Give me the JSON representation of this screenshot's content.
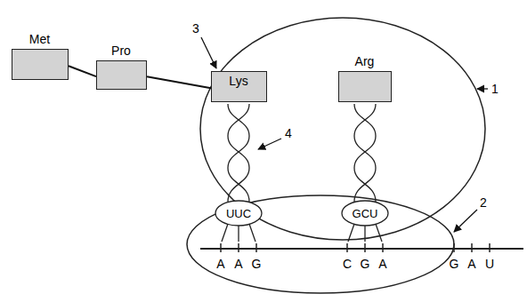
{
  "diagram": {
    "nodes": [
      {
        "text": [
          "Met"
        ]
      },
      {
        "text": [
          "Pro"
        ]
      },
      {
        "text": [
          "Lys"
        ]
      },
      {
        "text": [
          "Arg"
        ]
      }
    ],
    "edges": [
      {
        "from": 0,
        "to": 1,
        "arrow": "none"
      },
      {
        "from": 1,
        "to": 2,
        "arrow": "none"
      }
    ],
    "labels": [
      "3",
      "1",
      "4",
      "UUC",
      "GCU",
      "2",
      "A",
      "A",
      "G",
      "C",
      "G",
      "A",
      "G",
      "A",
      "U"
    ]
  }
}
